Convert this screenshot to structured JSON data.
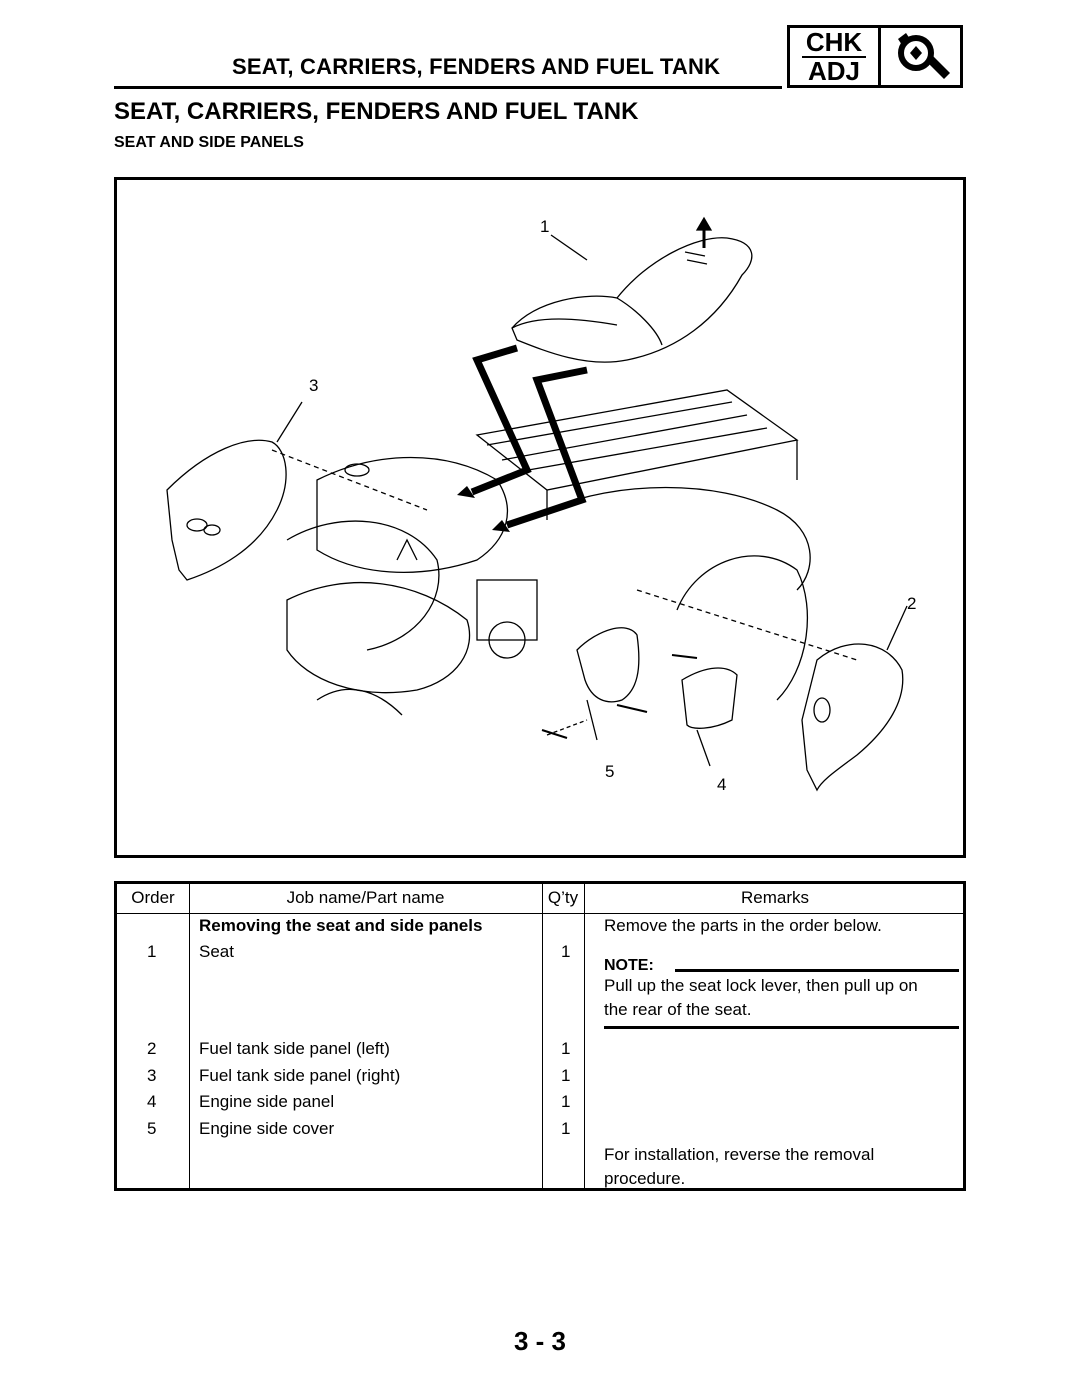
{
  "header": {
    "title": "SEAT, CARRIERS, FENDERS AND FUEL TANK",
    "badge_top": "CHK",
    "badge_bottom": "ADJ",
    "icon": "wrench-magnifier-icon"
  },
  "page_title": "SEAT, CARRIERS, FENDERS AND FUEL TANK",
  "section_title": "SEAT AND SIDE PANELS",
  "figure": {
    "callouts": [
      "1",
      "2",
      "3",
      "4",
      "5"
    ]
  },
  "table": {
    "headers": {
      "order": "Order",
      "job": "Job name/Part name",
      "qty": "Q’ty",
      "remarks": "Remarks"
    },
    "group_title": "Removing the seat and side panels",
    "group_remark": "Remove the parts in the order below.",
    "rows": [
      {
        "order": "1",
        "part": "Seat",
        "qty": "1"
      },
      {
        "order": "2",
        "part": "Fuel tank side panel (left)",
        "qty": "1"
      },
      {
        "order": "3",
        "part": "Fuel tank side panel (right)",
        "qty": "1"
      },
      {
        "order": "4",
        "part": "Engine side panel",
        "qty": "1"
      },
      {
        "order": "5",
        "part": "Engine side cover",
        "qty": "1"
      }
    ],
    "note_label": "NOTE:",
    "note_line1": "Pull up the seat lock lever, then pull up on",
    "note_line2": "the rear of the seat.",
    "install_line1": "For installation, reverse the removal",
    "install_line2": "procedure."
  },
  "page_number": "3 - 3"
}
